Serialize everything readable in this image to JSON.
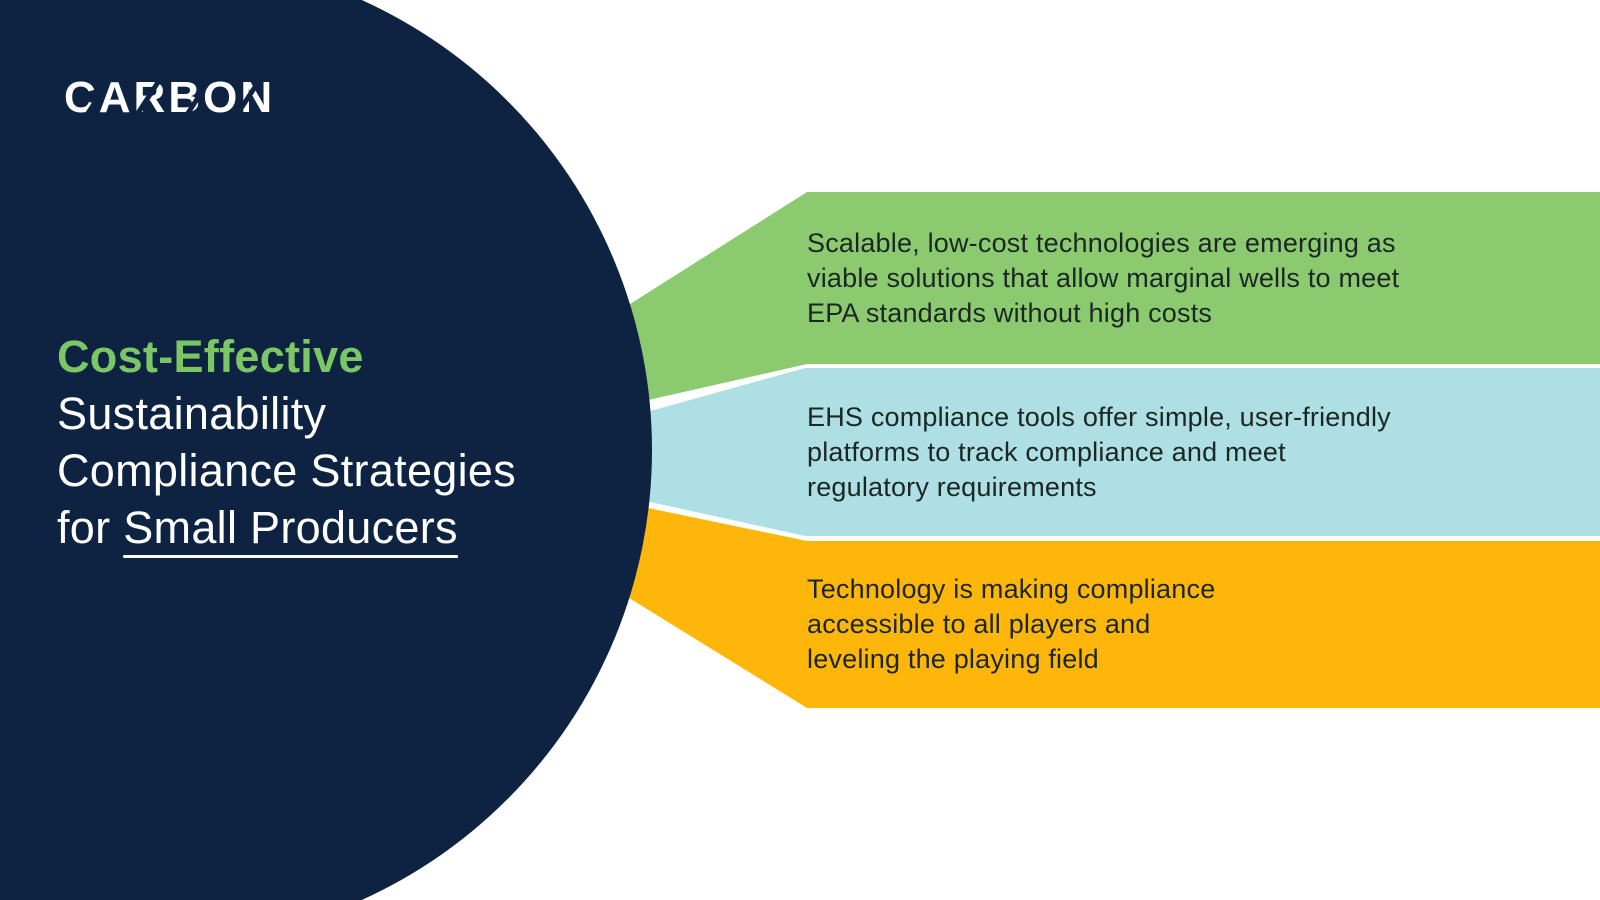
{
  "logo": {
    "text": "CARBON"
  },
  "title": {
    "highlight": "Cost-Effective",
    "line2": "Sustainability",
    "line3": "Compliance Strategies",
    "line4_prefix": "for ",
    "line4_underlined": "Small Producers"
  },
  "colors": {
    "navy": "#0E2342",
    "green": "#8CCA70",
    "blue": "#AEDFE4",
    "orange": "#FEB60A",
    "heading_green": "#7CC765",
    "body_text": "#1B2724",
    "background": "#FFFFFF"
  },
  "ribbons": [
    {
      "name": "green",
      "color": "#8CCA70",
      "lines": [
        "Scalable, low-cost technologies are emerging as",
        "viable solutions that allow marginal wells to meet",
        "EPA standards without high costs"
      ]
    },
    {
      "name": "blue",
      "color": "#AEDFE4",
      "lines": [
        "EHS compliance tools offer simple, user-friendly",
        "platforms to track compliance and meet",
        "regulatory requirements"
      ]
    },
    {
      "name": "orange",
      "color": "#FEB60A",
      "lines": [
        "Technology is making compliance",
        "accessible to all players and",
        "leveling the playing field"
      ]
    }
  ]
}
